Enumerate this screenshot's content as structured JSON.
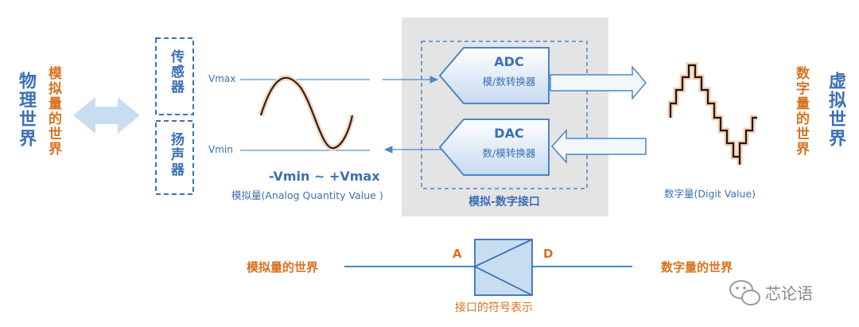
{
  "left": {
    "physical_world": "物理世界",
    "analog_world": "模拟量的世界"
  },
  "sensors": {
    "sensor": "传感器",
    "speaker": "扬声器"
  },
  "signal": {
    "vmax": "Vmax",
    "vmin": "Vmin",
    "range": "-Vmin ~ +Vmax",
    "analog_caption": "模拟量(Analog Quantity Value )"
  },
  "interface": {
    "adc_title": "ADC",
    "adc_sub": "模/数转换器",
    "dac_title": "DAC",
    "dac_sub": "数/模转换器",
    "caption": "模拟-数字接口"
  },
  "right": {
    "digital_caption": "数字量(Digit Value)",
    "digital_world": "数字量的世界",
    "virtual_world": "虚拟世界"
  },
  "symbol": {
    "left_label": "模拟量的世界",
    "a": "A",
    "d": "D",
    "right_label": "数字量的世界",
    "caption": "接口的符号表示"
  },
  "watermark": "芯论语",
  "colors": {
    "blue": "#3b6fb6",
    "light_blue": "#c9ddf1",
    "orange": "#d9711f",
    "gray_panel": "#e4e4e4"
  }
}
